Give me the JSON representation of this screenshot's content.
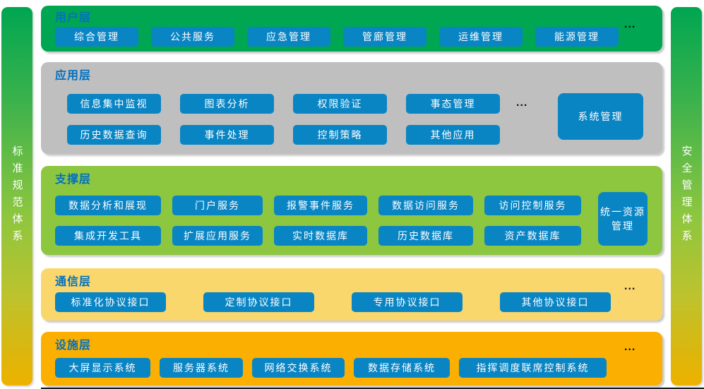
{
  "diagram": {
    "sidebars": {
      "left_label": "标准规范体系",
      "right_label": "安全管理体系"
    },
    "layers": {
      "user": {
        "title": "用户层",
        "items": [
          "综合管理",
          "公共服务",
          "应急管理",
          "管廊管理",
          "运维管理",
          "能源管理"
        ],
        "more": "..."
      },
      "app": {
        "title": "应用层",
        "row1": [
          "信息集中监视",
          "图表分析",
          "权限验证",
          "事态管理"
        ],
        "row2": [
          "历史数据查询",
          "事件处理",
          "控制策略",
          "其他应用"
        ],
        "side": "系统管理",
        "more": "..."
      },
      "support": {
        "title": "支撑层",
        "row1": [
          "数据分析和展现",
          "门户服务",
          "报警事件服务",
          "数据访问服务",
          "访问控制服务"
        ],
        "row2": [
          "集成开发工具",
          "扩展应用服务",
          "实时数据库",
          "历史数据库",
          "资产数据库"
        ],
        "side": "统一资源管理"
      },
      "comm": {
        "title": "通信层",
        "items": [
          "标准化协议接口",
          "定制协议接口",
          "专用协议接口",
          "其他协议接口"
        ],
        "more": "..."
      },
      "facility": {
        "title": "设施层",
        "items": [
          "大屏显示系统",
          "服务器系统",
          "网络交换系统",
          "数据存储系统",
          "指挥调度联席控制系统"
        ],
        "more": "..."
      }
    },
    "colors": {
      "user_bg": "#00a651",
      "app_bg": "#bfbfbf",
      "support_bg": "#8dc63f",
      "comm_bg": "#f9d76c",
      "facility_bg": "#fbaf00",
      "item_bg": "#0a85c4",
      "title_color": "#0070c0",
      "sidebar_gradient_top": "#00a651",
      "sidebar_gradient_bottom": "#eeb200"
    }
  }
}
